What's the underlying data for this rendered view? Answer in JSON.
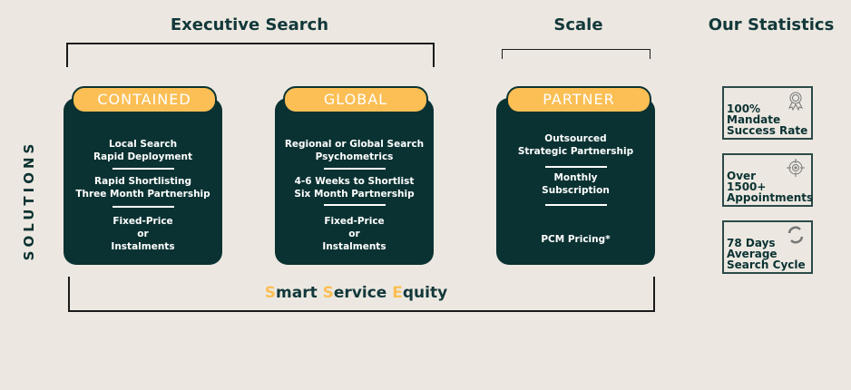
{
  "headings": {
    "executive": "Executive Search",
    "scale": "Scale",
    "stats": "Our Statistics"
  },
  "side_label": "SOLUTIONS",
  "cards": [
    {
      "title": "CONTAINED",
      "groups": [
        [
          "Local Search",
          "Rapid Deployment"
        ],
        [
          "Rapid Shortlisting",
          "Three Month Partnership"
        ],
        [
          "Fixed-Price",
          "or",
          "Instalments"
        ]
      ]
    },
    {
      "title": "GLOBAL",
      "groups": [
        [
          "Regional or Global Search",
          "Psychometrics"
        ],
        [
          "4-6 Weeks to Shortlist",
          "Six Month Partnership"
        ],
        [
          "Fixed-Price",
          "or",
          "Instalments"
        ]
      ]
    },
    {
      "title": "PARTNER",
      "groups": [
        [
          "Outsourced",
          "Strategic Partnership"
        ],
        [
          "Monthly",
          "Subscription"
        ],
        [
          "PCM Pricing*"
        ]
      ]
    }
  ],
  "tagline": {
    "s1": "S",
    "w1": "mart ",
    "s2": "S",
    "w2": "ervice ",
    "s3": "E",
    "w3": "quity"
  },
  "stats": [
    {
      "lines": [
        "100%",
        "Mandate",
        "Success Rate"
      ],
      "icon": "award-ribbon-icon"
    },
    {
      "lines": [
        "Over",
        "1500+",
        "Appointments"
      ],
      "icon": "target-icon"
    },
    {
      "lines": [
        "78 Days",
        "Average",
        "Search Cycle"
      ],
      "icon": "cycle-icon"
    }
  ],
  "colors": {
    "dark": "#0b3232",
    "accent": "#fbbf55",
    "bg": "#ece8e1"
  }
}
